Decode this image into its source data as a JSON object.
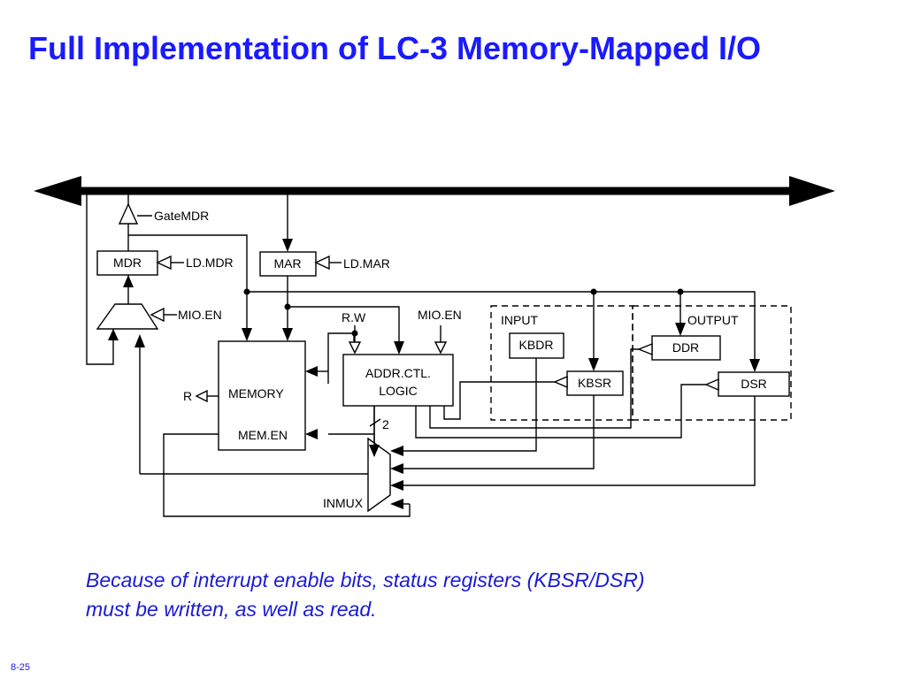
{
  "title": "Full Implementation of LC-3 Memory-Mapped I/O",
  "diagram": {
    "gate_mdr": "GateMDR",
    "mdr": "MDR",
    "ld_mdr": "LD.MDR",
    "mar": "MAR",
    "ld_mar": "LD.MAR",
    "mio_en_left": "MIO.EN",
    "mio_en_top": "MIO.EN",
    "rw": "R.W",
    "memory": "MEMORY",
    "r_out": "R",
    "mem_en": "MEM.EN",
    "addr_ctl_line1": "ADDR.CTL.",
    "addr_ctl_line2": "LOGIC",
    "two_bits": "2",
    "inmux": "INMUX",
    "input": "INPUT",
    "output": "OUTPUT",
    "kbdr": "KBDR",
    "kbsr": "KBSR",
    "ddr": "DDR",
    "dsr": "DSR"
  },
  "caption_line1": "Because of interrupt enable bits, status registers (KBSR/DSR)",
  "caption_line2": "must be written, as well as read.",
  "page_number": "8-25"
}
